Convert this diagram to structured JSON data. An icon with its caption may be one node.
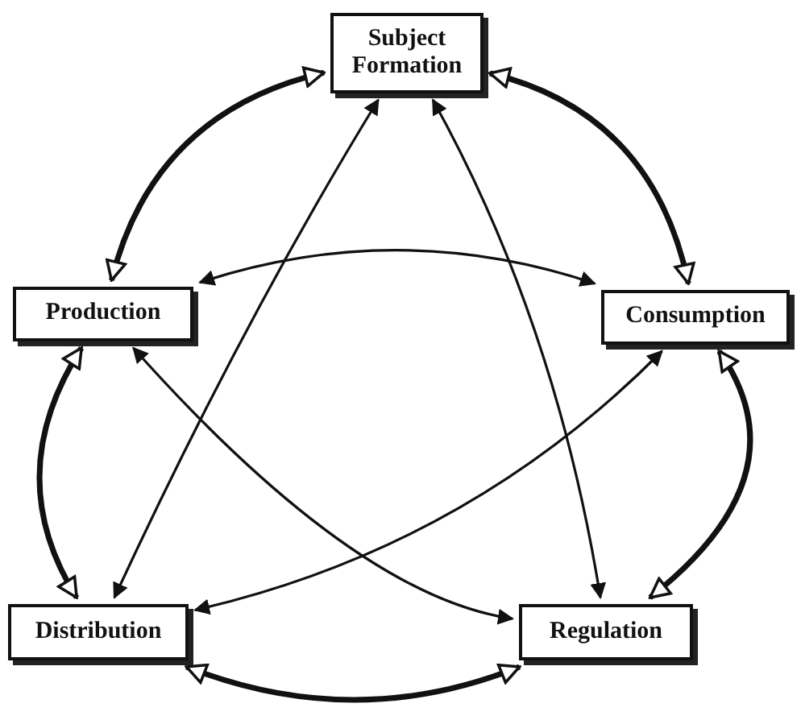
{
  "diagram": {
    "nodes": [
      {
        "text": [
          "Subject Formation"
        ]
      },
      {
        "text": [
          "Production"
        ]
      },
      {
        "text": [
          "Consumption"
        ]
      },
      {
        "text": [
          "Distribution"
        ]
      },
      {
        "text": [
          "Regulation"
        ]
      }
    ],
    "edges": [
      {
        "from": 0,
        "to": 1,
        "arrow": "both",
        "style": "thick"
      },
      {
        "from": 0,
        "to": 2,
        "arrow": "both",
        "style": "thick"
      },
      {
        "from": 1,
        "to": 3,
        "arrow": "both",
        "style": "thick"
      },
      {
        "from": 2,
        "to": 4,
        "arrow": "both",
        "style": "thick"
      },
      {
        "from": 3,
        "to": 4,
        "arrow": "both",
        "style": "thick"
      },
      {
        "from": 0,
        "to": 3,
        "arrow": "both"
      },
      {
        "from": 0,
        "to": 4,
        "arrow": "both"
      },
      {
        "from": 1,
        "to": 2,
        "arrow": "both"
      },
      {
        "from": 1,
        "to": 4,
        "arrow": "both"
      },
      {
        "from": 2,
        "to": 3,
        "arrow": "both"
      }
    ]
  }
}
